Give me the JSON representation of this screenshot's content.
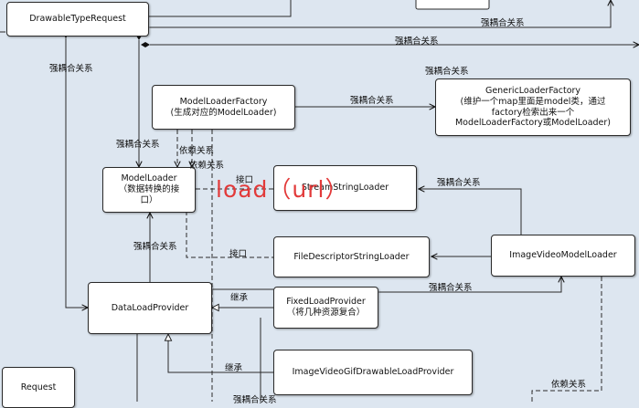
{
  "nodes": {
    "drawable_type_request": "DrawableTypeRequest",
    "model_loader_factory": [
      "ModelLoaderFactory",
      "(生成对应的ModelLoader)"
    ],
    "generic_loader_factory": [
      "GenericLoaderFactory",
      "(维护一个map里面是model类，通过",
      "factory检索出来一个",
      "ModelLoaderFactory或ModelLoader)"
    ],
    "model_loader": [
      "ModelLoader",
      "（数据转换的接",
      "口）"
    ],
    "stream_string_loader": "StreamStringLoader",
    "file_descriptor_string_loader": "FileDescriptorStringLoader",
    "image_video_model_loader": "ImageVideoModelLoader",
    "data_load_provider": "DataLoadProvider",
    "fixed_load_provider": [
      "FixedLoadProvider",
      "（将几种资源复合）"
    ],
    "image_video_gif_drawable_load_provider": "ImageVideoGifDrawableLoadProvider",
    "request": "Request"
  },
  "edge_labels": {
    "strong_1": "强耦合关系",
    "strong_2": "强耦合关系",
    "strong_3": "强耦合关系",
    "strong_4": "强耦合关系",
    "strong_5": "强耦合关系",
    "strong_6": "强耦合关系",
    "strong_7": "强耦合关系",
    "strong_8": "强耦合关系",
    "strong_9": "强耦合关系",
    "strong_10": "强耦合关系",
    "depend_1": "依赖关系",
    "depend_2": "依赖关系",
    "depend_3": "依赖关系",
    "interface_1": "接口",
    "interface_2": "接口",
    "inherit_1": "继承",
    "inherit_2": "继承"
  },
  "annotation": "load（url）",
  "colors": {
    "background": "#dde6f0",
    "line": "#2a2a2a",
    "annotation": "#e23a3a"
  }
}
